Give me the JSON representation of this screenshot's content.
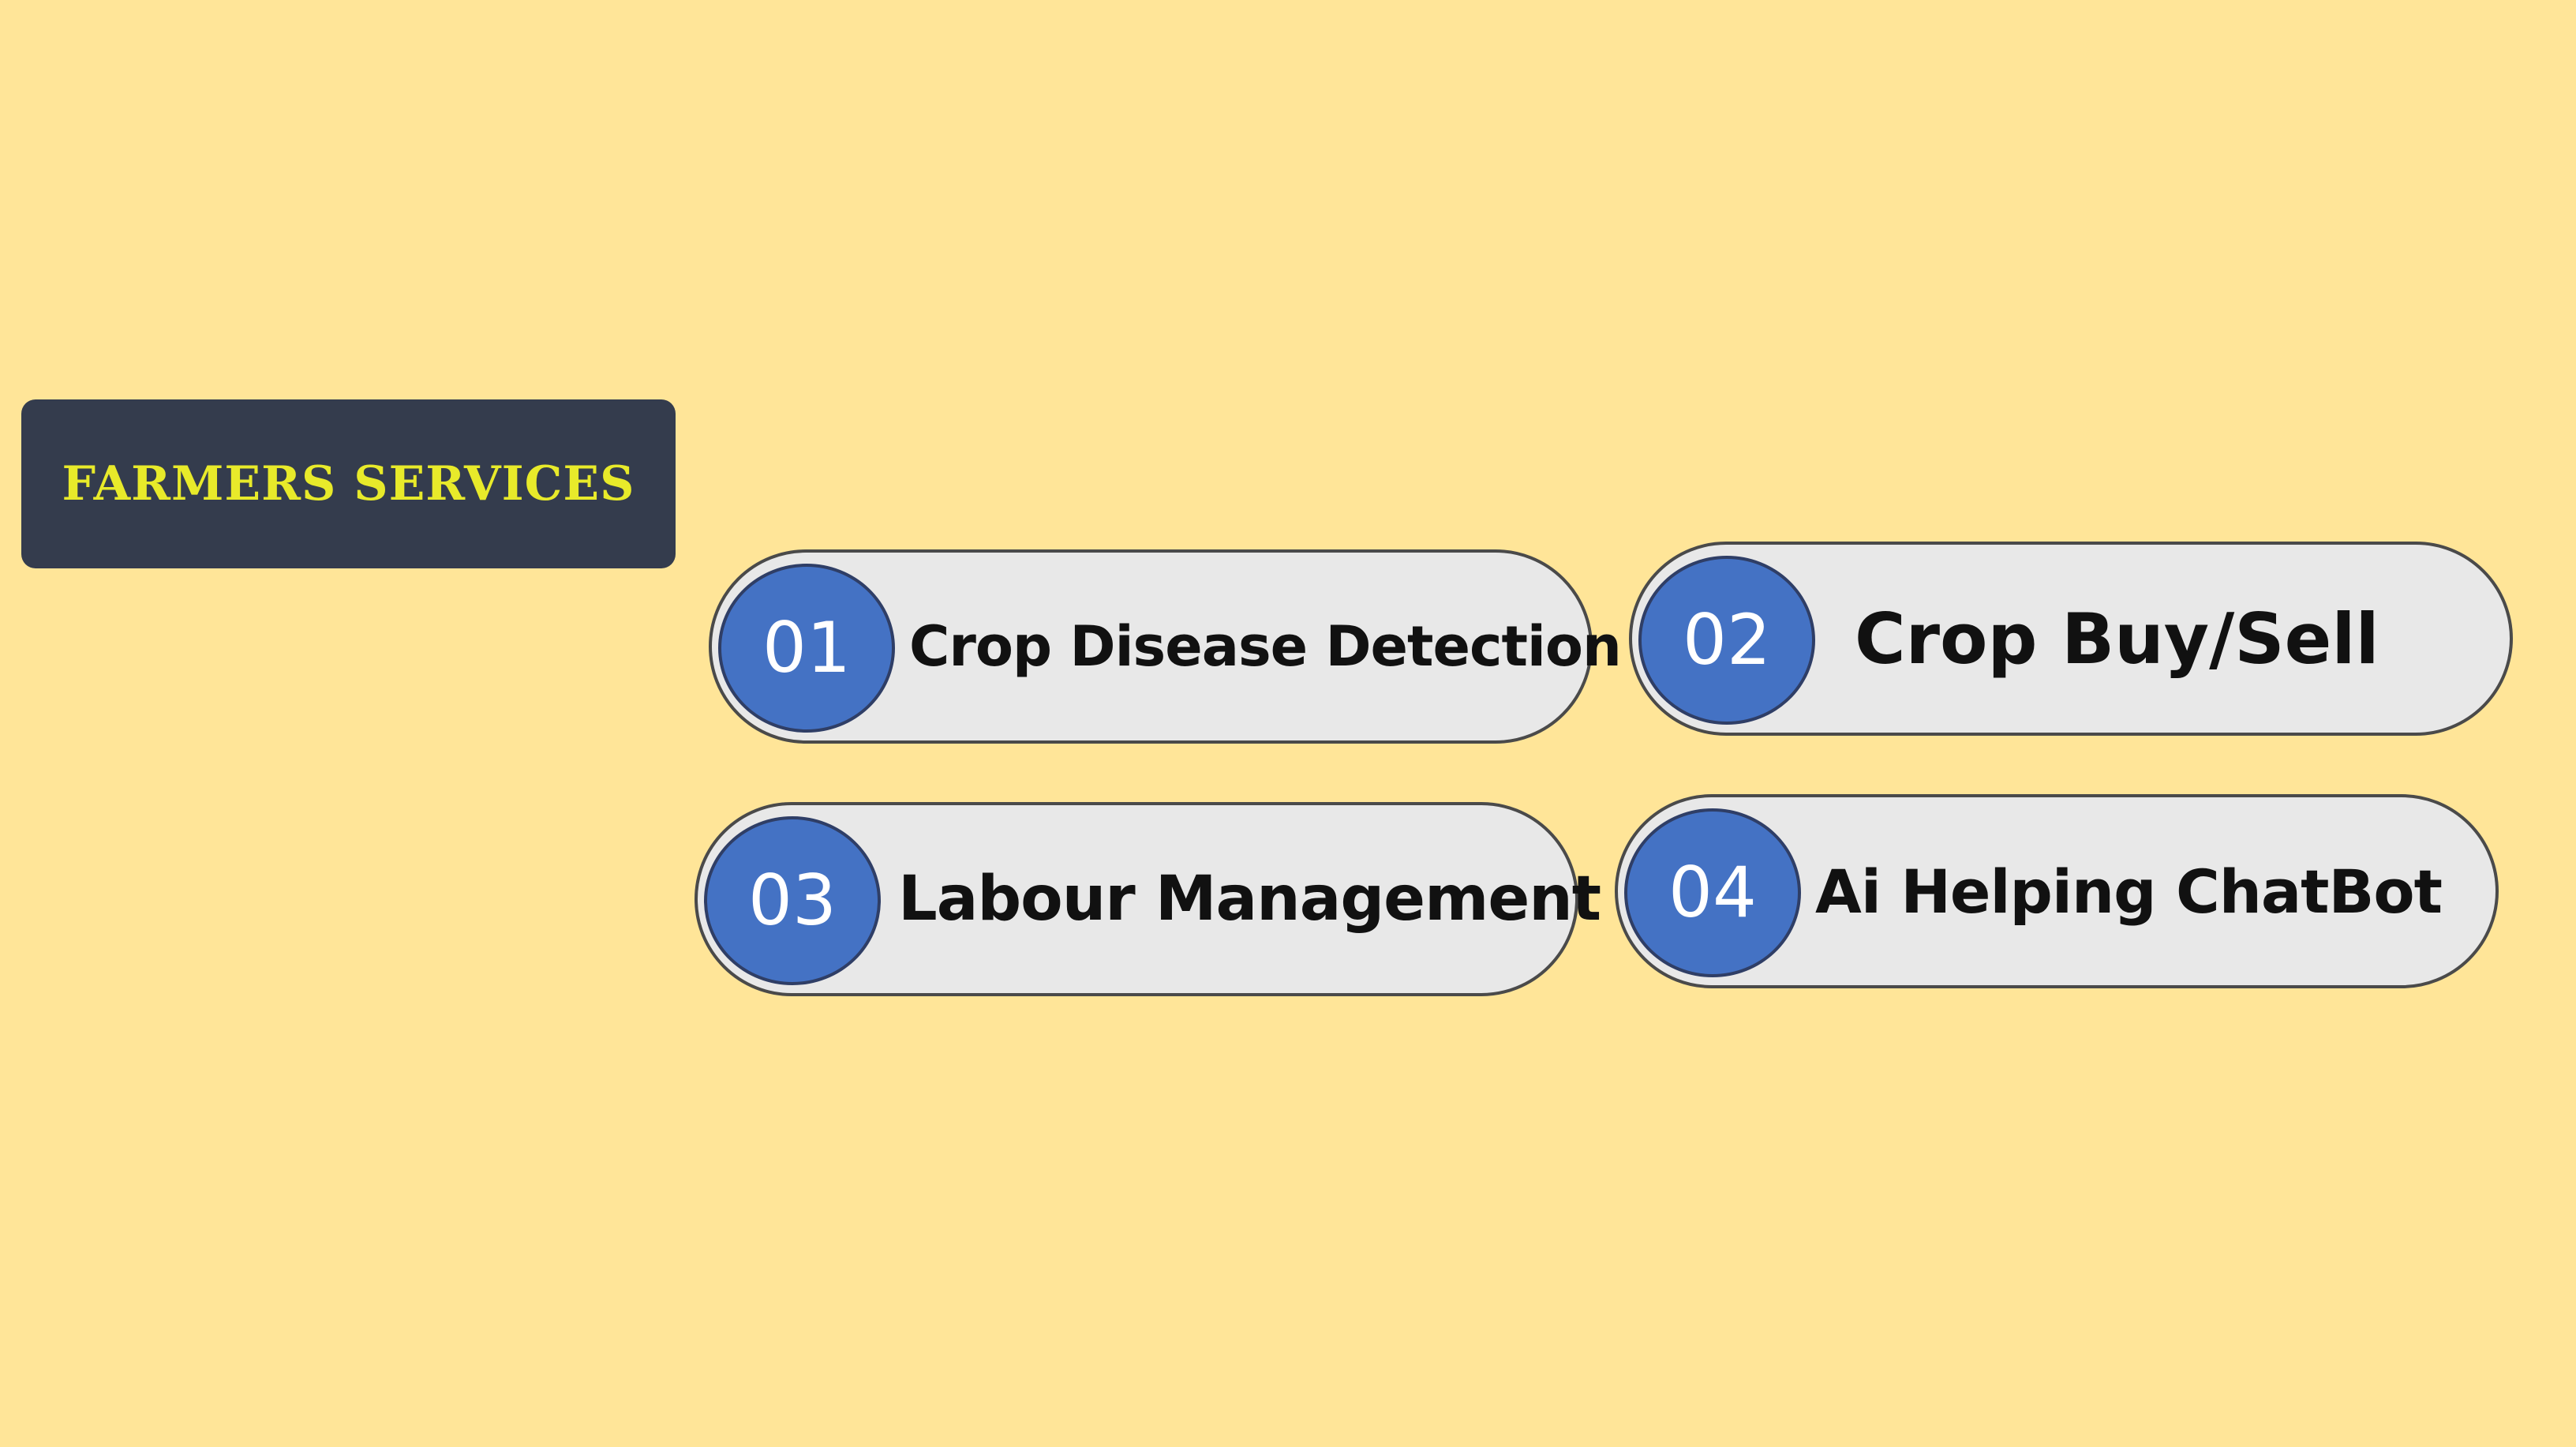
{
  "title": "FARMERS SERVICES",
  "services": [
    {
      "number": "01",
      "label": "Crop Disease Detection"
    },
    {
      "number": "02",
      "label": "Crop Buy/Sell"
    },
    {
      "number": "03",
      "label": "Labour Management"
    },
    {
      "number": "04",
      "label": "Ai Helping ChatBot"
    }
  ],
  "colors": {
    "background": "#FFE598",
    "title_box": "#343C4D",
    "title_text": "#E8EA2A",
    "pill_fill": "#E8E8E8",
    "number_circle": "#4472C4"
  }
}
